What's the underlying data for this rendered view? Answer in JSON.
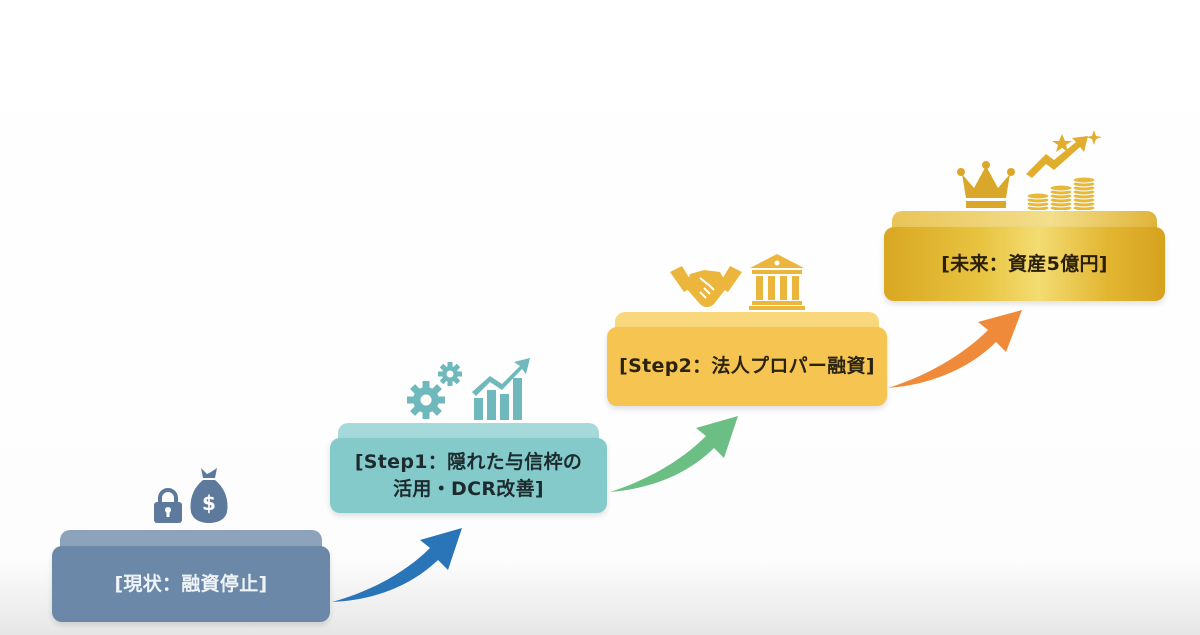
{
  "diagram": {
    "type": "staircase-roadmap",
    "steps": [
      {
        "label": "[現状：融資停止]",
        "icons": [
          "lock-icon",
          "money-bag-dollar-icon"
        ],
        "color": "#6c88a8"
      },
      {
        "label_line1": "[Step1：隠れた与信枠の",
        "label_line2": "活用・DCR改善]",
        "icons": [
          "gears-icon",
          "growth-bar-chart-icon"
        ],
        "color": "#85cacb"
      },
      {
        "label": "[Step2：法人プロパー融資]",
        "icons": [
          "handshake-icon",
          "bank-building-icon"
        ],
        "color": "#f6c451"
      },
      {
        "label": "[未来：資産5億円]",
        "icons": [
          "crown-icon",
          "coin-stacks-growth-icon"
        ],
        "color": "#e2b531"
      }
    ],
    "arrows": [
      {
        "from": 0,
        "to": 1,
        "color": "#2a74b8"
      },
      {
        "from": 1,
        "to": 2,
        "color": "#6cbf84"
      },
      {
        "from": 2,
        "to": 3,
        "color": "#ef8a3a"
      }
    ]
  }
}
